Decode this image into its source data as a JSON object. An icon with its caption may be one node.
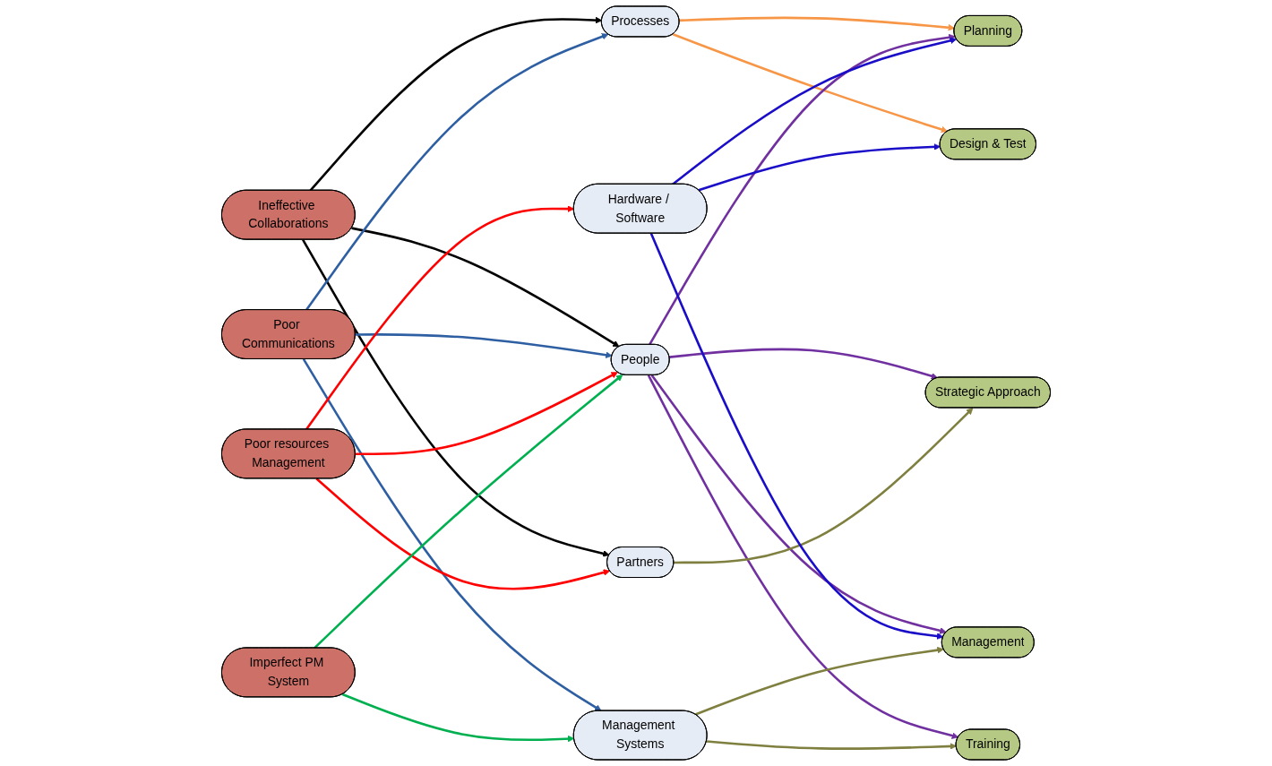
{
  "diagram": {
    "nodes": [
      {
        "text": [
          "Ineffective Collaborations"
        ]
      },
      {
        "text": [
          "Poor Communications"
        ]
      },
      {
        "text": [
          "Poor resources Management"
        ]
      },
      {
        "text": [
          "Imperfect PM System"
        ]
      },
      {
        "text": [
          "Processes"
        ]
      },
      {
        "text": [
          "People"
        ]
      },
      {
        "text": [
          "Partners"
        ]
      },
      {
        "text": [
          "Hardware / Software"
        ]
      },
      {
        "text": [
          "Management Systems"
        ]
      },
      {
        "text": [
          "Planning"
        ]
      },
      {
        "text": [
          "Strategic Approach"
        ]
      },
      {
        "text": [
          "Design & Test"
        ]
      },
      {
        "text": [
          "Management"
        ]
      },
      {
        "text": [
          "Training"
        ]
      }
    ],
    "edges": [
      {
        "from": 0,
        "to": 4,
        "arrow": "to",
        "color": "#000000"
      },
      {
        "from": 0,
        "to": 5,
        "arrow": "to",
        "color": "#000000"
      },
      {
        "from": 0,
        "to": 6,
        "arrow": "to",
        "color": "#000000"
      },
      {
        "from": 1,
        "to": 4,
        "arrow": "to",
        "color": "#2e5fa3"
      },
      {
        "from": 1,
        "to": 5,
        "arrow": "to",
        "color": "#2e5fa3"
      },
      {
        "from": 1,
        "to": 8,
        "arrow": "to",
        "color": "#2e5fa3"
      },
      {
        "from": 2,
        "to": 5,
        "arrow": "to",
        "color": "#ff0000"
      },
      {
        "from": 2,
        "to": 6,
        "arrow": "to",
        "color": "#ff0000"
      },
      {
        "from": 2,
        "to": 7,
        "arrow": "to",
        "color": "#ff0000"
      },
      {
        "from": 3,
        "to": 5,
        "arrow": "to",
        "color": "#00b050"
      },
      {
        "from": 3,
        "to": 8,
        "arrow": "to",
        "color": "#00b050"
      },
      {
        "from": 4,
        "to": 9,
        "arrow": "to",
        "color": "#f79646"
      },
      {
        "from": 4,
        "to": 11,
        "arrow": "to",
        "color": "#f79646"
      },
      {
        "from": 5,
        "to": 9,
        "arrow": "to",
        "color": "#7030a0"
      },
      {
        "from": 5,
        "to": 10,
        "arrow": "to",
        "color": "#7030a0"
      },
      {
        "from": 5,
        "to": 12,
        "arrow": "to",
        "color": "#7030a0"
      },
      {
        "from": 5,
        "to": 13,
        "arrow": "to",
        "color": "#7030a0"
      },
      {
        "from": 6,
        "to": 10,
        "arrow": "to",
        "color": "#7f8040"
      },
      {
        "from": 7,
        "to": 9,
        "arrow": "to",
        "color": "#1a0dc8"
      },
      {
        "from": 7,
        "to": 11,
        "arrow": "to",
        "color": "#1a0dc8"
      },
      {
        "from": 7,
        "to": 12,
        "arrow": "to",
        "color": "#1a0dc8"
      },
      {
        "from": 8,
        "to": 12,
        "arrow": "to",
        "color": "#7f8040"
      },
      {
        "from": 8,
        "to": 13,
        "arrow": "to",
        "color": "#7f8040"
      }
    ]
  }
}
